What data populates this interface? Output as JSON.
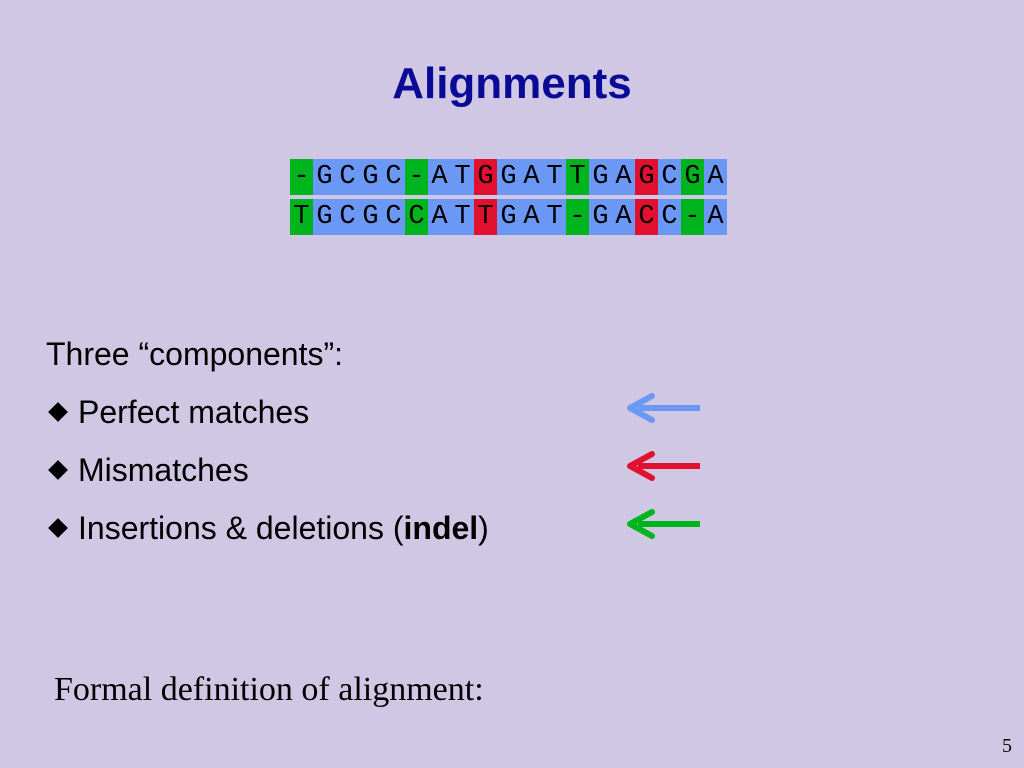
{
  "slide": {
    "title": "Alignments",
    "intro": "Three “components”:",
    "bullets": {
      "perfect": "Perfect matches",
      "mismatch": "Mismatches",
      "indel_prefix": "Insertions & deletions (",
      "indel_bold": "indel",
      "indel_suffix": ")"
    },
    "formal": "Formal definition of alignment:",
    "page_number": "5"
  },
  "alignment": {
    "top": [
      "-",
      "G",
      "C",
      "G",
      "C",
      "-",
      "A",
      "T",
      "G",
      "G",
      "A",
      "T",
      "T",
      "G",
      "A",
      "G",
      "C",
      "G",
      "A"
    ],
    "bottom": [
      "T",
      "G",
      "C",
      "G",
      "C",
      "C",
      "A",
      "T",
      "T",
      "G",
      "A",
      "T",
      "-",
      "G",
      "A",
      "C",
      "C",
      "-",
      "A"
    ],
    "column_types": [
      "indel",
      "match",
      "match",
      "match",
      "match",
      "indel",
      "match",
      "match",
      "mismatch",
      "match",
      "match",
      "match",
      "indel",
      "match",
      "match",
      "mismatch",
      "match",
      "indel",
      "match"
    ]
  },
  "colors": {
    "match": "#6b97f5",
    "mismatch": "#e0102e",
    "indel": "#00b41e",
    "title": "#0a0a96",
    "background": "#cfc7e3"
  },
  "arrows": [
    {
      "component": "perfect",
      "color": "#6b97f5",
      "direction": "left"
    },
    {
      "component": "mismatch",
      "color": "#e0102e",
      "direction": "left"
    },
    {
      "component": "indel",
      "color": "#00b41e",
      "direction": "left"
    }
  ]
}
